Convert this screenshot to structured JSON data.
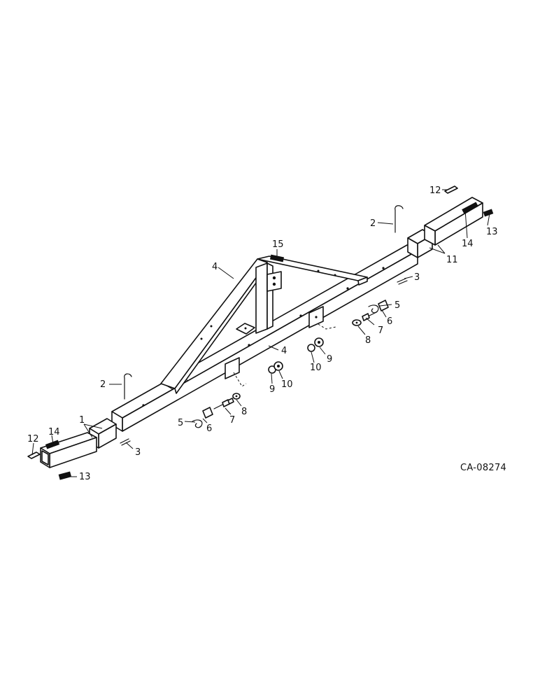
{
  "drawing_code": "CA-08274",
  "callouts": {
    "c1": "1",
    "c2a": "2",
    "c2b": "2",
    "c3a": "3",
    "c3b": "3",
    "c4a": "4",
    "c4b": "4",
    "c5a": "5",
    "c5b": "5",
    "c6a": "6",
    "c6b": "6",
    "c7a": "7",
    "c7b": "7",
    "c8a": "8",
    "c8b": "8",
    "c9a": "9",
    "c9b": "9",
    "c10a": "10",
    "c10b": "10",
    "c11": "11",
    "c12a": "12",
    "c12b": "12",
    "c13a": "13",
    "c13b": "13",
    "c14a": "14",
    "c14b": "14",
    "c15": "15"
  }
}
